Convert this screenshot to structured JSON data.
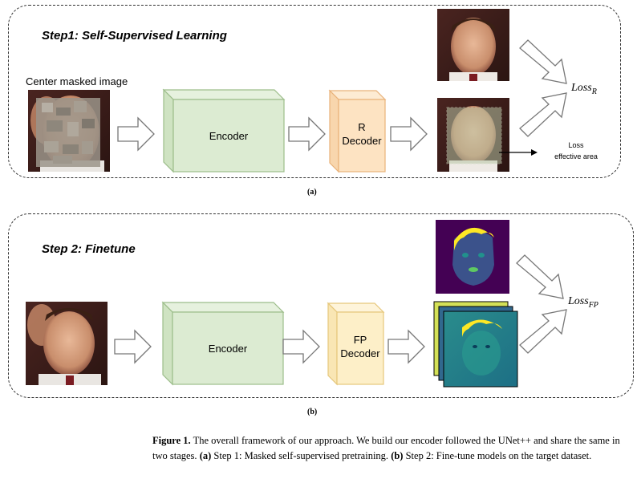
{
  "stage_a": {
    "title": "Step1: Self-Supervised Learning",
    "input_label": "Center masked image",
    "encoder_label": "Encoder",
    "decoder_label_line1": "R",
    "decoder_label_line2": "Decoder",
    "loss_main": "Loss",
    "loss_sub": "R",
    "effective_line1": "Loss",
    "effective_line2": "effective area",
    "sublabel": "(a)"
  },
  "stage_b": {
    "title": "Step 2:  Finetune",
    "encoder_label": "Encoder",
    "decoder_label_line1": "FP",
    "decoder_label_line2": "Decoder",
    "loss_main": "Loss",
    "loss_sub": "FP",
    "sublabel": "(b)"
  },
  "caption": {
    "lead": "Figure 1.",
    "text": " The overall framework of our approach. We build our encoder followed the UNet++ and share the same in two stages. ",
    "a_tag": "(a)",
    "a_text": " Step 1: Masked self-supervised pretraining. ",
    "b_tag": "(b)",
    "b_text": " Step 2: Fine-tune models on the target dataset."
  },
  "colors": {
    "encoder_fill": "#dcebd2",
    "encoder_stroke": "#9cbd8a",
    "r_decoder_fill": "#fde3c2",
    "r_decoder_stroke": "#e9b27a",
    "fp_decoder_fill": "#fdefc8",
    "fp_decoder_stroke": "#e6c77c",
    "arrow_fill": "#ffffff",
    "arrow_stroke": "#777777"
  }
}
